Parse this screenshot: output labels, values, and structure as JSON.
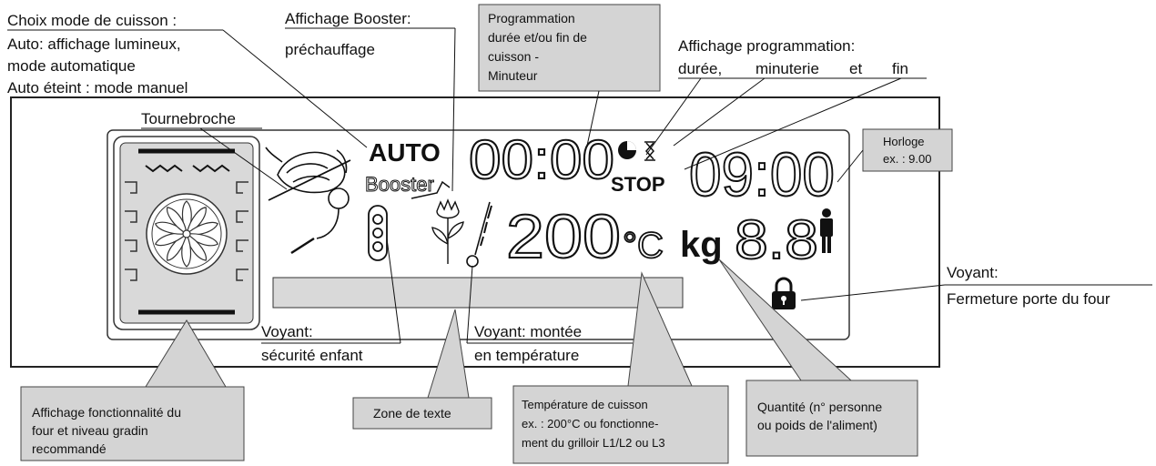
{
  "labels": {
    "mode_title": "Choix mode de cuisson :",
    "mode_line2": "Auto: affichage lumineux,",
    "mode_line3": "mode automatique",
    "mode_line4": "Auto éteint : mode manuel",
    "booster_title": "Affichage Booster:",
    "booster_line2": "préchauffage",
    "prog_title": "Affichage programmation:",
    "prog_duree": "durée,",
    "prog_minuterie": "minuterie",
    "prog_et": "et",
    "prog_fin": "fin",
    "tournebroche": "Tournebroche",
    "voyant_porte_title": "Voyant:",
    "voyant_porte_line2": "Fermeture porte du four",
    "voyant_enfant_title": "Voyant:",
    "voyant_enfant_line2": "sécurité enfant",
    "voyant_temp_title": "Voyant: montée",
    "voyant_temp_line2": "en température"
  },
  "boxes": {
    "programmation": [
      "Programmation",
      "durée et/ou fin de",
      "cuisson -",
      "Minuteur"
    ],
    "horloge": [
      "Horloge",
      "ex. : 9.00"
    ],
    "fonctionnalite": [
      "Affichage fonctionnalité du",
      "four et niveau gradin",
      "recommandé"
    ],
    "zone_texte": [
      "Zone de texte"
    ],
    "temperature": [
      "Température de cuisson",
      "ex. : 200°C ou fonctionne-",
      "ment du grilloir  L1/L2 ou L3"
    ],
    "quantite": [
      "Quantité (n° personne",
      "ou poids de l'aliment)"
    ]
  },
  "display": {
    "auto": "AUTO",
    "booster": "Booster",
    "duration": "00:00",
    "stop": "STOP",
    "clock": "09:00",
    "temperature": "200",
    "degree_unit": "°C",
    "kg": "kg",
    "weight": "8.8"
  },
  "colors": {
    "callout_fill": "#d4d4d4",
    "panel_stroke": "#222222",
    "box_stroke": "#444444"
  }
}
